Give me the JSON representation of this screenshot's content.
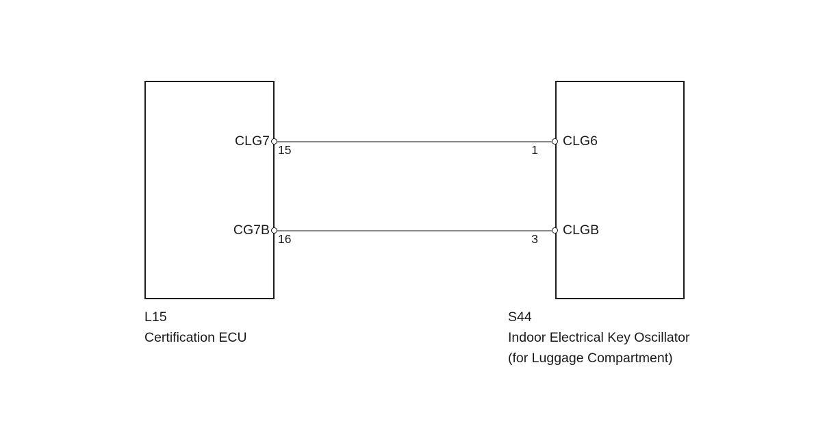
{
  "diagram": {
    "type": "automotive-wiring-connector-diagram",
    "background_color": "#ffffff",
    "line_color": "#8a8a8a",
    "border_color": "#1c1c1c",
    "text_color": "#1a1a1a"
  },
  "components": {
    "left": {
      "code": "L15",
      "name": "Certification ECU",
      "terminals": [
        {
          "signal": "CLG7",
          "pin": "15"
        },
        {
          "signal": "CG7B",
          "pin": "16"
        }
      ]
    },
    "right": {
      "code": "S44",
      "name": "Indoor Electrical Key Oscillator",
      "name_line2": "(for Luggage Compartment)",
      "terminals": [
        {
          "signal": "CLG6",
          "pin": "1"
        },
        {
          "signal": "CLGB",
          "pin": "3"
        }
      ]
    }
  },
  "connections": [
    {
      "from_signal": "CLG7",
      "from_pin": "15",
      "to_signal": "CLG6",
      "to_pin": "1"
    },
    {
      "from_signal": "CG7B",
      "from_pin": "16",
      "to_signal": "CLGB",
      "to_pin": "3"
    }
  ]
}
